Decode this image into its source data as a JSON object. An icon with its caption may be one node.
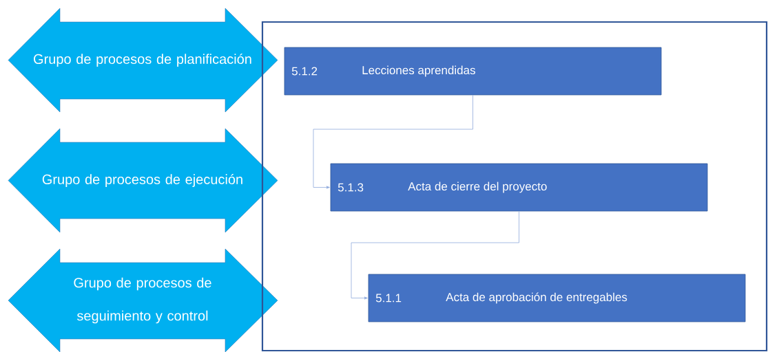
{
  "diagram": {
    "nodes": [
      {
        "text": [
          "Grupo de procesos de planificación"
        ]
      },
      {
        "text": [
          "Grupo de procesos de ejecución"
        ]
      },
      {
        "text": [
          "Grupo de procesos de seguimiento y control"
        ]
      },
      {
        "text": [],
        "shape": "box"
      },
      {
        "text": [
          "5.1.2",
          "Lecciones aprendidas"
        ],
        "in": 3
      },
      {
        "text": [
          "5.1.3",
          "Acta de cierre del proyecto"
        ],
        "in": 3
      },
      {
        "text": [
          "5.1.1",
          "Acta de aprobación de entregables"
        ],
        "in": 3
      }
    ],
    "edges": [
      {
        "from": 4,
        "to": 5,
        "arrow": "to"
      },
      {
        "from": 5,
        "to": 6,
        "arrow": "to"
      }
    ]
  }
}
